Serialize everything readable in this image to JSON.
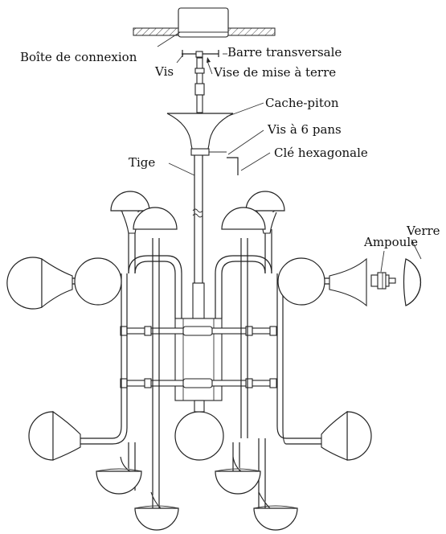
{
  "labels": {
    "junction_box": "Boîte de connexion",
    "crossbar": "Barre transversale",
    "screw": "Vis",
    "ground_screw": "Vise de mise à terre",
    "canopy": "Cache-piton",
    "hex_screw": "Vis à 6 pans",
    "hex_key": "Clé hexagonale",
    "rod": "Tige",
    "bulb": "Ampoule",
    "glass": "Verre"
  }
}
